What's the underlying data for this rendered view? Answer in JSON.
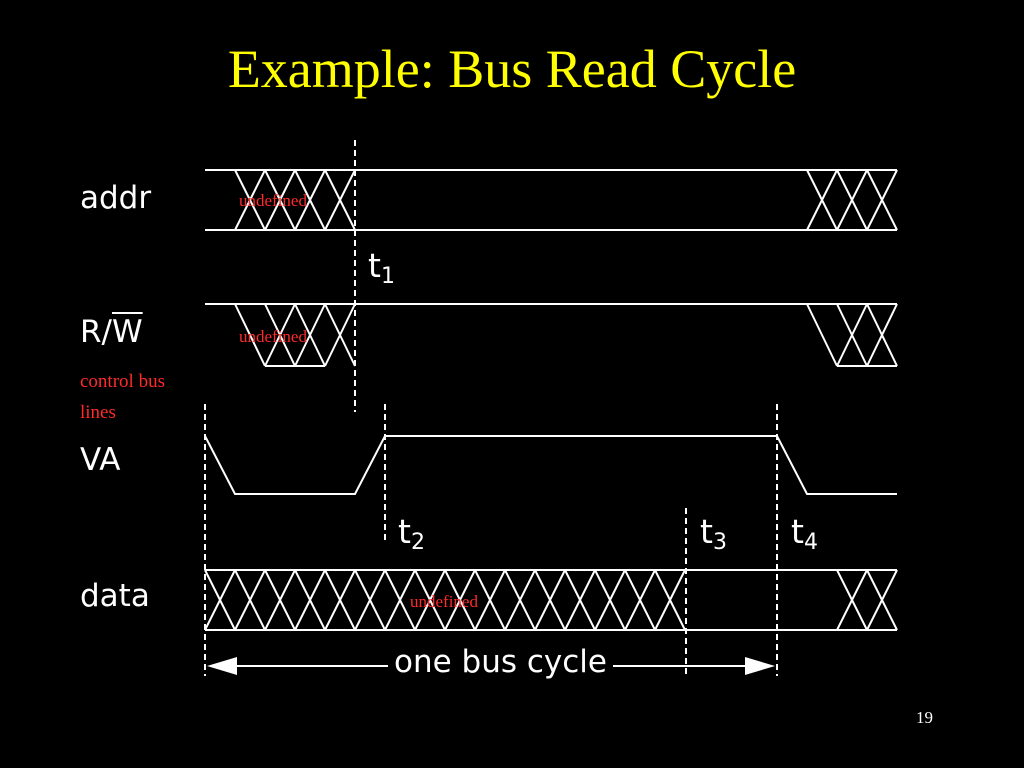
{
  "slide": {
    "title": "Example: Bus Read Cycle",
    "page_number": "19"
  },
  "signals": {
    "addr": "addr",
    "rw_r": "R/",
    "rw_w": "W",
    "va": "VA",
    "data": "data"
  },
  "annotations": {
    "undefined_addr": "undefined",
    "undefined_rw": "undefined",
    "undefined_data": "undefined",
    "control_bus_lines": "control bus lines"
  },
  "time_marks": {
    "t1": "t",
    "t1_sub": "1",
    "t2": "t",
    "t2_sub": "2",
    "t3": "t",
    "t3_sub": "3",
    "t4": "t",
    "t4_sub": "4"
  },
  "bus_cycle_label": "one bus cycle",
  "colors": {
    "background": "#000000",
    "title": "#ffff00",
    "annotation": "#ff2a2a",
    "lines": "#ffffff"
  }
}
